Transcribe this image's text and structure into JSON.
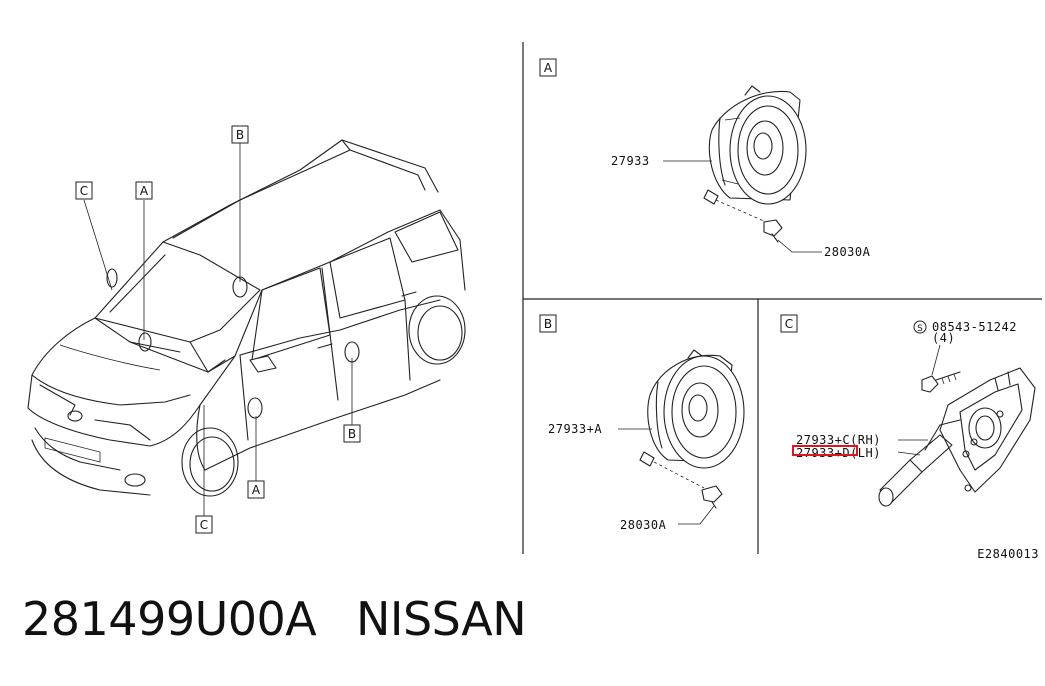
{
  "callouts": {
    "car_c1": "C",
    "car_a1": "A",
    "car_b1": "B",
    "car_b2": "B",
    "car_a2": "A",
    "car_c2": "C"
  },
  "panels": {
    "a": {
      "letter": "A",
      "speaker_label": "27933",
      "screw_label": "28030A"
    },
    "b": {
      "letter": "B",
      "speaker_label": "27933+A",
      "screw_label": "28030A"
    },
    "c": {
      "letter": "C",
      "screw_label": "08543-51242",
      "screw_qty": "(4)",
      "tweeter_rh": "27933+C(RH)",
      "tweeter_lh": "27933+D(LH)"
    }
  },
  "diagram_code": "E2840013",
  "footer": {
    "part_number": "281499U00A",
    "brand": "NISSAN"
  },
  "highlight_color": "#e0141e"
}
